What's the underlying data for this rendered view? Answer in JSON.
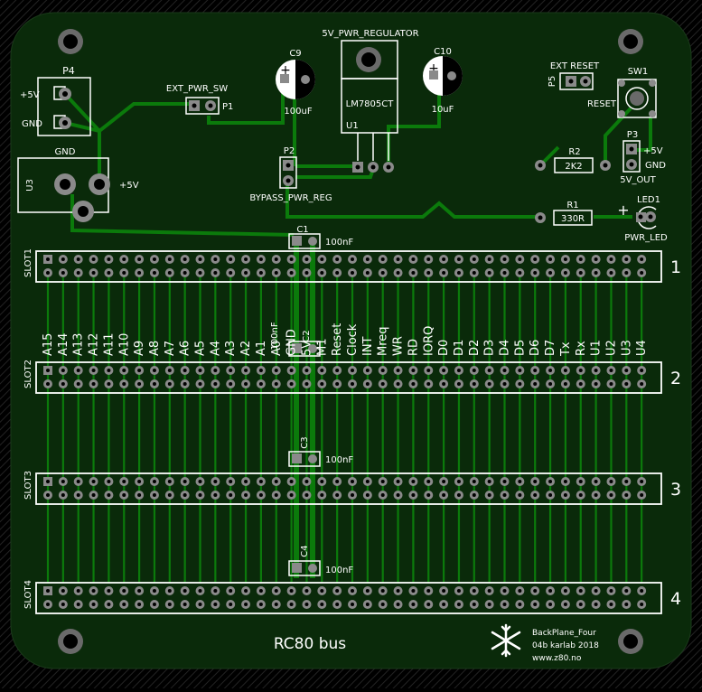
{
  "board": {
    "title": "RC80 bus",
    "credit_line1": "BackPlane_Four",
    "credit_line2": "04b karlab 2018",
    "credit_line3": "www.z80.no"
  },
  "components": {
    "p4": {
      "ref": "P4",
      "pin1": "+5V",
      "pin2": "GND"
    },
    "u3": {
      "ref": "U3",
      "label_gnd": "GND",
      "label_5v": "+5V"
    },
    "ext_pwr_sw": {
      "title": "EXT_PWR_SW",
      "ref": "P1"
    },
    "c9": {
      "ref": "C9",
      "value": "100uF"
    },
    "regulator": {
      "title": "5V_PWR_REGULATOR",
      "part": "LM7805CT",
      "ref": "U1"
    },
    "c10": {
      "ref": "C10",
      "value": "10uF"
    },
    "p2": {
      "ref": "P2",
      "caption": "BYPASS_PWR_REG"
    },
    "ext_reset": {
      "title": "EXT RESET",
      "ref": "P5"
    },
    "sw1": {
      "ref": "SW1",
      "label": "RESET"
    },
    "p3": {
      "ref": "P3",
      "pin1": "+5V",
      "pin2": "GND",
      "caption": "5V_OUT"
    },
    "r2": {
      "ref": "R2",
      "value": "2K2"
    },
    "r1": {
      "ref": "R1",
      "value": "330R"
    },
    "led1": {
      "ref": "LED1",
      "caption": "PWR_LED",
      "polarity": "+"
    },
    "c1": {
      "ref": "C1",
      "value": "100nF"
    },
    "c2": {
      "ref": "C2",
      "value": "100nF"
    },
    "c3": {
      "ref": "C3",
      "value": "100nF"
    },
    "c4": {
      "ref": "C4",
      "value": "100nF"
    }
  },
  "slots": [
    {
      "label": "SLOT1",
      "number": "1"
    },
    {
      "label": "SLOT2",
      "number": "2"
    },
    {
      "label": "SLOT3",
      "number": "3"
    },
    {
      "label": "SLOT4",
      "number": "4"
    }
  ],
  "bus_signals": [
    "A15",
    "A14",
    "A13",
    "A12",
    "A11",
    "A10",
    "A9",
    "A8",
    "A7",
    "A6",
    "A5",
    "A4",
    "A3",
    "A2",
    "A1",
    "A0",
    "GND",
    "5V",
    "M1",
    "Reset",
    "Clock",
    "INT",
    "Mreq",
    "WR",
    "RD",
    "IORQ",
    "D0",
    "D1",
    "D2",
    "D3",
    "D4",
    "D5",
    "D6",
    "D7",
    "Tx",
    "Rx",
    "U1",
    "U2",
    "U3",
    "U4"
  ],
  "colors": {
    "board": "#0a2a0a",
    "trace": "#0b7a0b",
    "silkscreen": "#ffffff",
    "pad": "#8a8a8a"
  }
}
